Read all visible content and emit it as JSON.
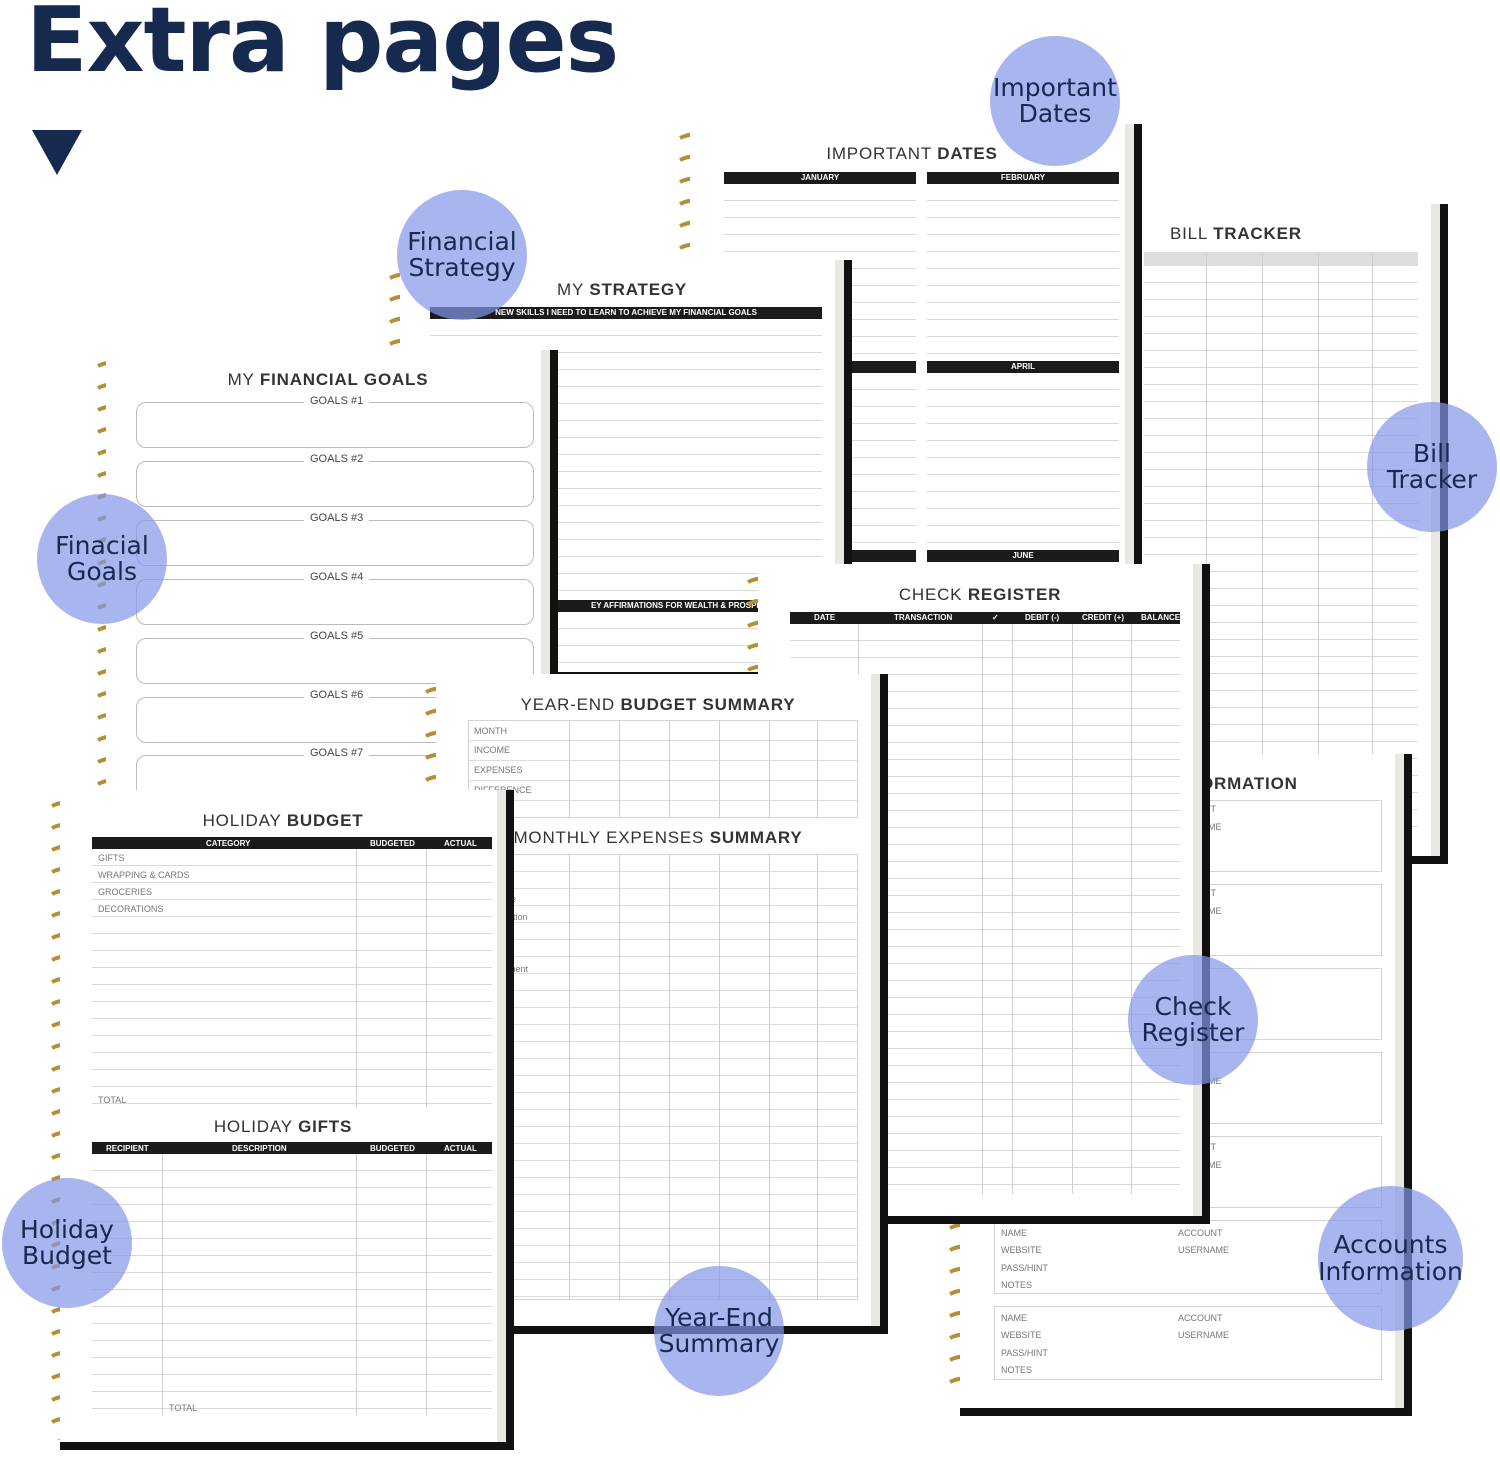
{
  "headline": "Extra pages",
  "accent_color": "#16294f",
  "badge_color": "#8395e8",
  "icons": {
    "arrow": "down-triangle-icon"
  },
  "badges": {
    "important_dates": "Important Dates",
    "financial_strategy": "Financial Strategy",
    "bill_tracker": "Bill Tracker",
    "financial_goals": "Finacial Goals",
    "check_register": "Check Register",
    "holiday_budget": "Holiday Budget",
    "year_end_summary": "Year-End Summary",
    "accounts_information": "Accounts Information"
  },
  "pages": {
    "important_dates": {
      "title_light": "IMPORTANT",
      "title_bold": "DATES",
      "months": [
        "JANUARY",
        "FEBRUARY",
        "APRIL",
        "JUNE"
      ]
    },
    "bill_tracker": {
      "title_light": "BILL",
      "title_bold": "TRACKER"
    },
    "strategy": {
      "title_light": "MY",
      "title_bold": "STRATEGY",
      "bar1_bold": "NEW SKILLS",
      "bar1_rest": "I NEED TO LEARN TO ACHIEVE MY FINANCIAL GOALS",
      "bar2_bold": "EY AFFIRMATIONS",
      "bar2_rest": "FOR WEALTH & PROSPERITY"
    },
    "financial_goals": {
      "title_light": "MY",
      "title_bold": "FINANCIAL GOALS",
      "goals": [
        "GOALS #1",
        "GOALS #2",
        "GOALS #3",
        "GOALS #4",
        "GOALS #5",
        "GOALS #6",
        "GOALS #7"
      ]
    },
    "check_register": {
      "title_light": "CHECK",
      "title_bold": "REGISTER",
      "headers": [
        "DATE",
        "TRANSACTION",
        "✓",
        "DEBIT (-)",
        "CREDIT (+)",
        "BALANCE"
      ]
    },
    "accounts": {
      "title": "ORMATION",
      "fragments": [
        "IT",
        "ME",
        "IT",
        "ME",
        "ME",
        "IT",
        "ME"
      ],
      "block": {
        "name": "NAME",
        "account": "ACCOUNT",
        "website": "WEBSITE",
        "username": "USERNAME",
        "pass": "PASS/HINT",
        "notes": "NOTES"
      }
    },
    "year_end": {
      "title_light": "YEAR-END",
      "title_bold": "BUDGET SUMMARY",
      "rows": [
        "MONTH",
        "INCOME",
        "EXPENSES",
        "DIFFERENCE"
      ],
      "monthly_light": "MONTHLY EXPENSES",
      "monthly_bold": "SUMMARY",
      "fragments": [
        "Y",
        "re",
        "ation",
        "ment"
      ]
    },
    "holiday": {
      "title_light": "HOLIDAY",
      "title_bold": "BUDGET",
      "headers": [
        "CATEGORY",
        "BUDGETED",
        "ACTUAL"
      ],
      "rows": [
        "GIFTS",
        "WRAPPING & CARDS",
        "GROCERIES",
        "DECORATIONS"
      ],
      "total": "TOTAL",
      "gifts_light": "HOLIDAY",
      "gifts_bold": "GIFTS",
      "gift_headers": [
        "RECIPIENT",
        "DESCRIPTION",
        "BUDGETED",
        "ACTUAL"
      ],
      "gift_total": "TOTAL"
    }
  }
}
